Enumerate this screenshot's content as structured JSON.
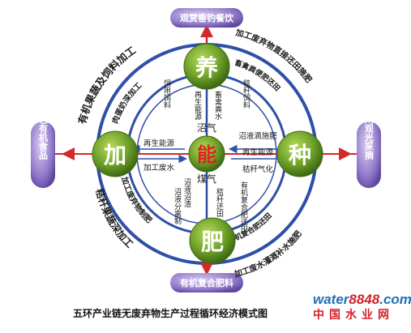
{
  "diagram": {
    "nodes": {
      "yang": "养",
      "zhong": "种",
      "fei": "肥",
      "jia": "加",
      "neng": "能"
    },
    "outer_pills": {
      "top": "观赏垂钓餐饮",
      "bottom": "有机复合肥料",
      "left": "绿色有机食品",
      "right": "休闲观光采摘"
    },
    "outer_ring_labels": {
      "upper_left": "有机果蔬及饲料加工",
      "upper_right": "加工废弃物直接还田施肥",
      "lower_left": "秸秆果蔬深加工",
      "lower_right": "加工废水灌溉补水施肥"
    },
    "inner_ring_labels": {
      "upper_left": "肉蛋奶深加工",
      "upper_right": "畜禽粪便肥还田",
      "lower_left": "加工废弃物制肥",
      "lower_right": "有机复合肥还田"
    },
    "spoke_labels": {
      "yang_jia": "饲用饲料",
      "yang_neng_1": "再生能源",
      "yang_neng_2": "畜禽粪水",
      "yang_zhong": "秸秆饲料",
      "neng_top": "沼气",
      "neng_bottom": "煤气",
      "jia_neng_1": "再生能源",
      "jia_neng_2": "加工废水",
      "zhong_neng_1": "沼液滴施肥",
      "zhong_neng_2": "再生能源",
      "zhong_neng_3": "秸秆气化",
      "fei_neng_1": "沼液沼渣",
      "fei_neng_2": "沼液分离制",
      "fei_zhong": "秸秆还田",
      "fei_jia": "有机复合肥还田"
    },
    "caption": "五环产业链无废弃物生产过程循环经济模式图"
  },
  "watermark": {
    "brand_a": "water",
    "brand_b": "8848",
    "brand_c": ".com",
    "cn": "中国水业网"
  },
  "colors": {
    "ring_blue": "#2f4fa8",
    "arrow_red": "#d22a2a",
    "node_green": "#6ea12a",
    "node_text": "#ffffff",
    "core_red": "#e02020",
    "pill_purple": "#8d75c8"
  }
}
